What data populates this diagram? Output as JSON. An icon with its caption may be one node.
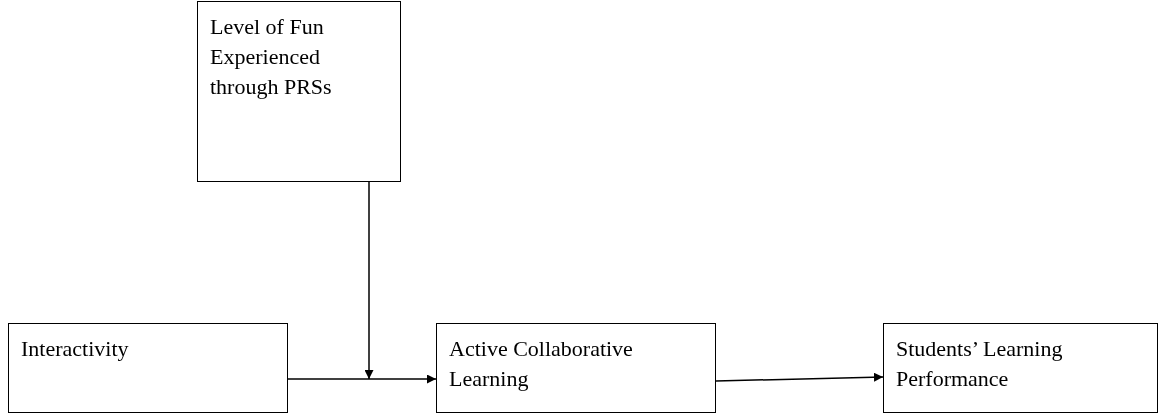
{
  "diagram": {
    "nodes": [
      {
        "text": [
          "Level of Fun Experienced through PRSs"
        ]
      },
      {
        "text": [
          "Interactivity"
        ]
      },
      {
        "text": [
          "Active Collaborative Learning"
        ]
      },
      {
        "text": [
          "Students’ Learning Performance"
        ]
      }
    ],
    "edges": [
      {
        "from": 1,
        "to": 2,
        "arrow": "to"
      },
      {
        "from": 0,
        "to": null,
        "arrow": "to"
      },
      {
        "from": 2,
        "to": 3,
        "arrow": "to"
      }
    ]
  }
}
